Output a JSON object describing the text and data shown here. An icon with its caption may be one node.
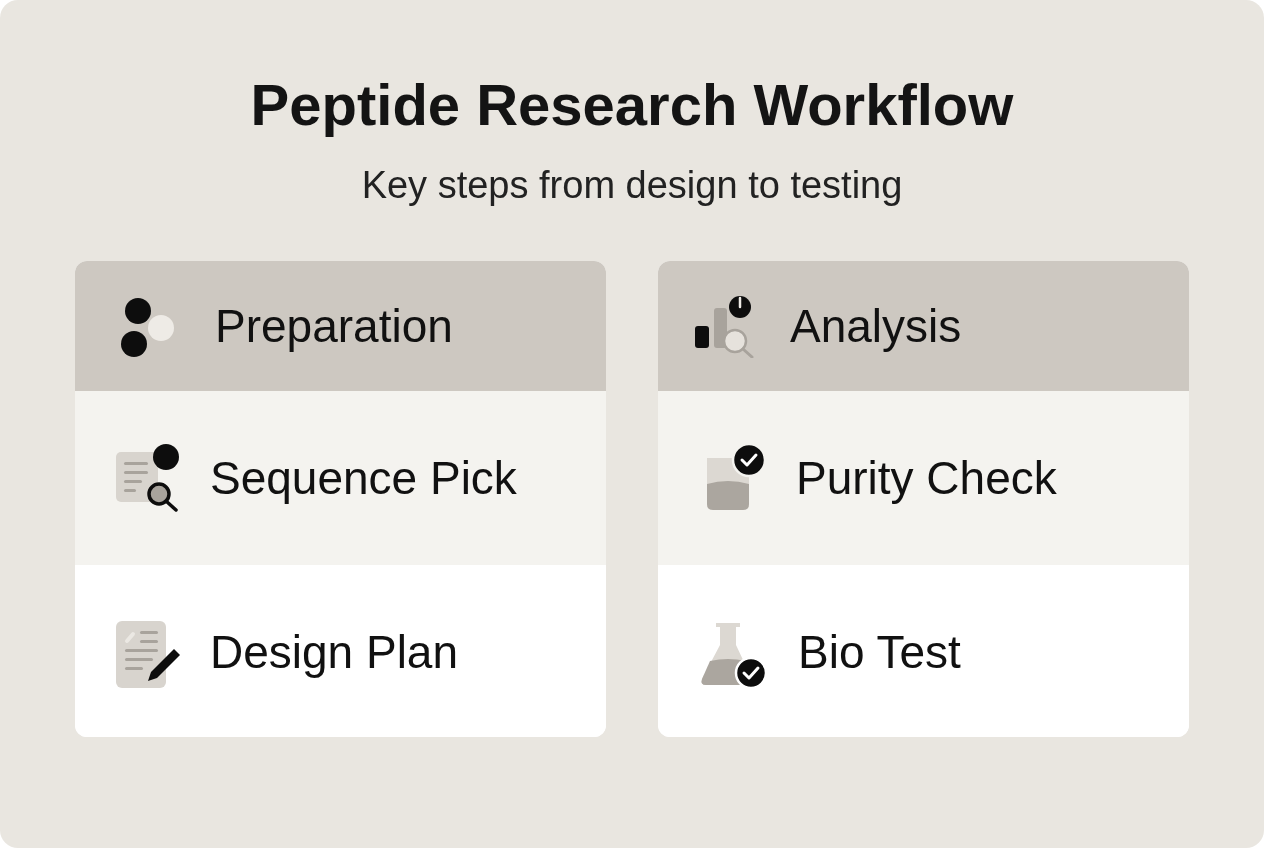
{
  "diagram": {
    "title": "Peptide Research Workflow",
    "nodes": [
      {
        "text": [
          "Preparation"
        ]
      },
      {
        "text": [
          "Sequence Pick"
        ],
        "in": 0
      },
      {
        "text": [
          "Design Plan"
        ],
        "in": 0
      },
      {
        "text": [
          "Analysis"
        ]
      },
      {
        "text": [
          "Purity Check"
        ],
        "in": 3
      },
      {
        "text": [
          "Bio Test"
        ],
        "in": 3
      }
    ],
    "labels": [
      "Key steps from design to testing"
    ]
  }
}
